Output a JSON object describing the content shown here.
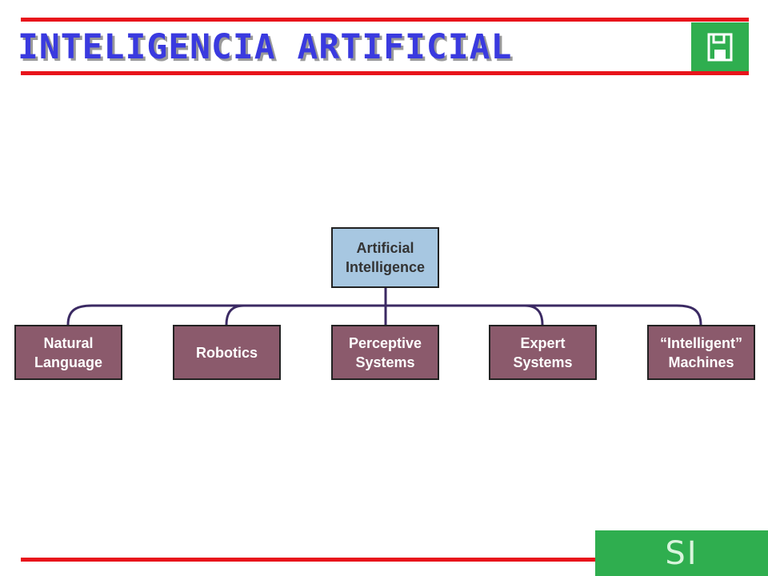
{
  "title": "INTELIGENCIA ARTIFICIAL",
  "save_icon": "floppy-disk-icon",
  "footer_label": "SI",
  "colors": {
    "rules": "#e8141b",
    "title": "#3a3adf",
    "accent_green": "#2fae4f",
    "root_fill": "#a7c7e1",
    "child_fill": "#8b5a6c",
    "connector": "#3b2a63"
  },
  "diagram": {
    "root": "Artificial\nIntelligence",
    "children": [
      "Natural\nLanguage",
      "Robotics",
      "Perceptive\nSystems",
      "Expert\nSystems",
      "“Intelligent”\nMachines"
    ]
  }
}
